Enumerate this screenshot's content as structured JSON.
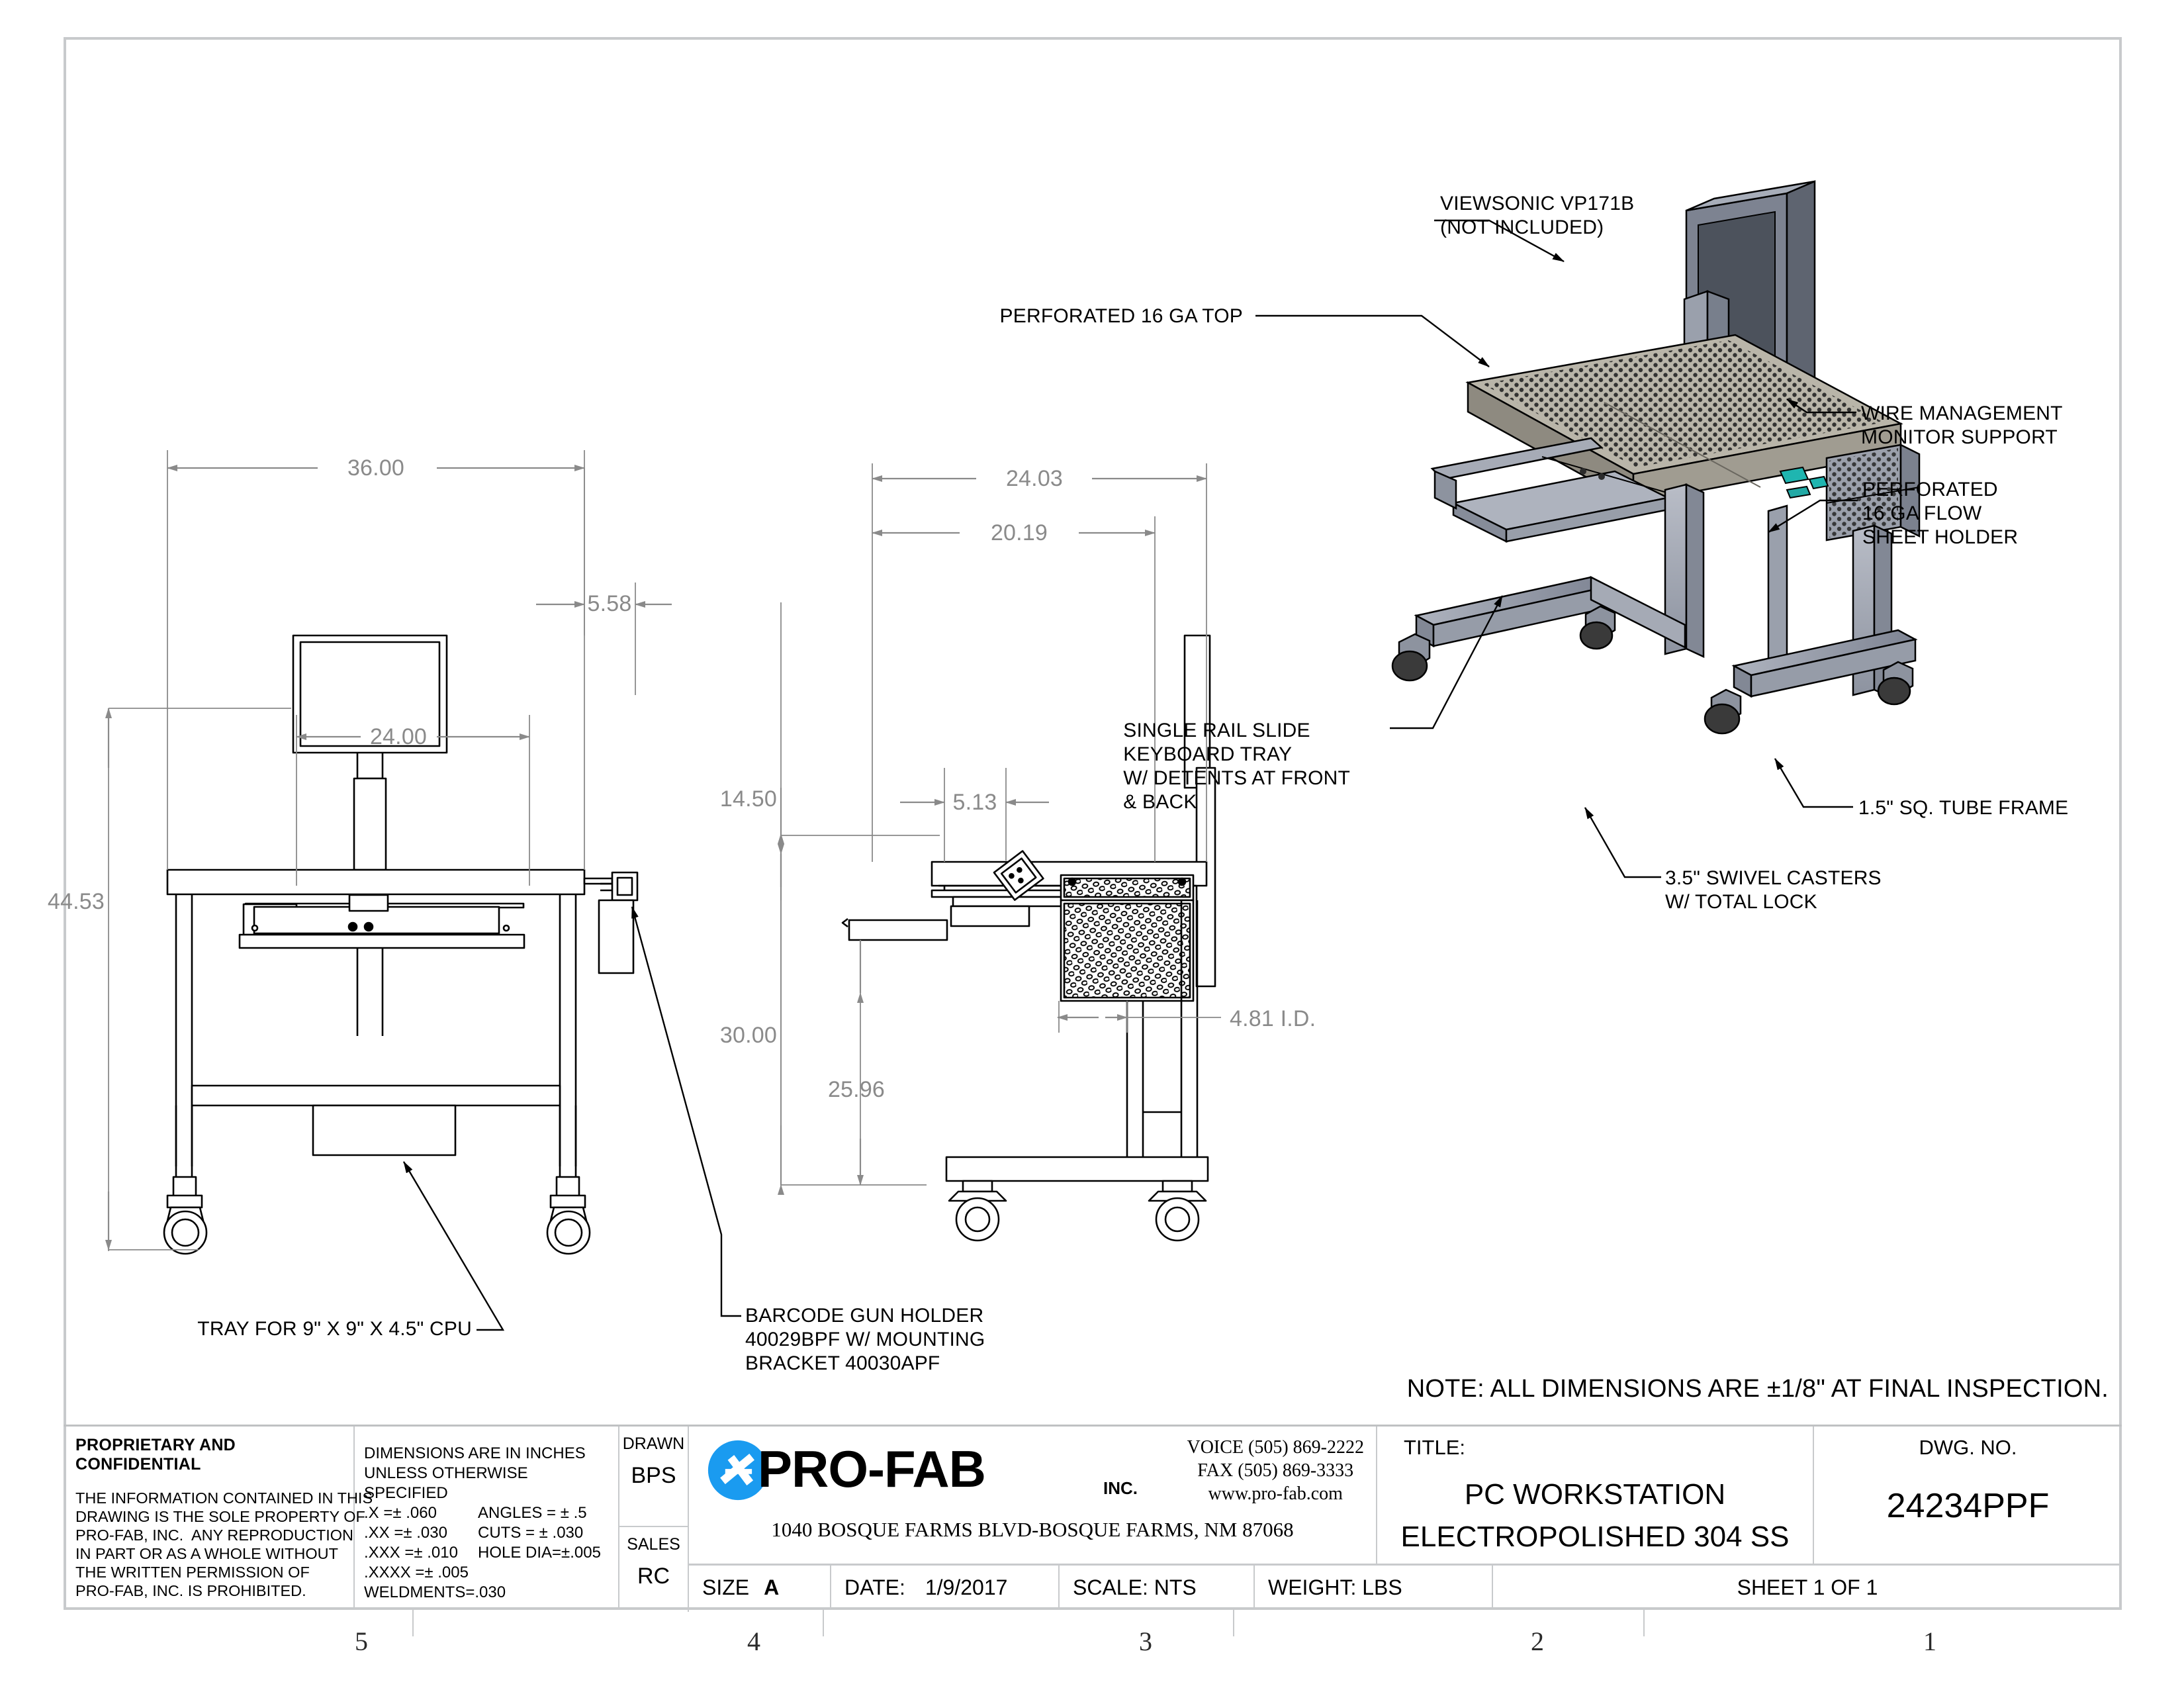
{
  "sheet": {
    "note": "NOTE: ALL DIMENSIONS ARE ±1/8\" AT FINAL INSPECTION.",
    "zones": [
      "5",
      "4",
      "3",
      "2",
      "1"
    ]
  },
  "annotations": {
    "monitor": "VIEWSONIC VP171B\n(NOT INCLUDED)",
    "perf_top": "PERFORATED 16 GA TOP",
    "wire_mgmt": "WIRE MANAGEMENT\nMONITOR SUPPORT",
    "flow_sheet": "PERFORATED\n16 GA FLOW\nSHEET HOLDER",
    "tube_frame": "1.5\" SQ. TUBE FRAME",
    "casters": "3.5\" SWIVEL CASTERS\nW/ TOTAL LOCK",
    "keyboard_tray": "SINGLE RAIL SLIDE\nKEYBOARD TRAY\nW/ DETENTS AT FRONT\n& BACK",
    "cpu_tray": "TRAY FOR 9\" X 9\" X 4.5\" CPU",
    "barcode": "BARCODE GUN HOLDER\n40029BPF W/ MOUNTING\nBRACKET 40030APF"
  },
  "dimensions": {
    "front_width": "36.00",
    "front_offset": "5.58",
    "front_monitor_width": "24.00",
    "front_height": "44.53",
    "side_depth": "24.03",
    "side_top_depth": "20.19",
    "side_monitor_h": "14.50",
    "side_bar_offset": "5.13",
    "side_total_h": "30.00",
    "side_tray_h": "25.96",
    "side_id": "4.81 I.D."
  },
  "title_block": {
    "proprietary": {
      "heading": "PROPRIETARY AND CONFIDENTIAL",
      "body": "THE INFORMATION CONTAINED IN THIS\nDRAWING IS THE SOLE PROPERTY OF\nPRO-FAB, INC.  ANY REPRODUCTION\nIN PART OR AS A WHOLE WITHOUT\nTHE WRITTEN PERMISSION OF\nPRO-FAB, INC. IS PROHIBITED."
    },
    "tolerances": {
      "line1": "DIMENSIONS ARE IN INCHES",
      "line2": "UNLESS OTHERWISE SPECIFIED",
      "rows": [
        {
          "left": ".X =± .060",
          "right": "ANGLES = ± .5"
        },
        {
          "left": ".XX =± .030",
          "right": "CUTS = ± .030"
        },
        {
          "left": ".XXX =± .010",
          "right": "HOLE DIA=±.005"
        },
        {
          "left": ".XXXX =± .005",
          "right": ""
        },
        {
          "left": "WELDMENTS=.030",
          "right": ""
        }
      ]
    },
    "drawn_label": "DRAWN",
    "drawn_value": "BPS",
    "sales_label": "SALES",
    "sales_value": "RC",
    "company": {
      "logo_word": "PRO-FAB",
      "logo_suffix": "INC.",
      "voice": "VOICE (505) 869-2222",
      "fax": "FAX (505) 869-3333",
      "web": "www.pro-fab.com",
      "address": "1040 BOSQUE FARMS BLVD-BOSQUE FARMS, NM 87068",
      "logo_color": "#1a9bf0"
    },
    "title_label": "TITLE:",
    "title_line1": "PC WORKSTATION",
    "title_line2": "ELECTROPOLISHED 304 SS",
    "dwg_label": "DWG. NO.",
    "dwg_value": "24234PPF",
    "size_label": "SIZE",
    "size_value": "A",
    "date_label": "DATE:",
    "date_value": "1/9/2017",
    "scale": "SCALE: NTS",
    "weight": "WEIGHT:  LBS",
    "sheet": "SHEET 1 OF 1"
  }
}
